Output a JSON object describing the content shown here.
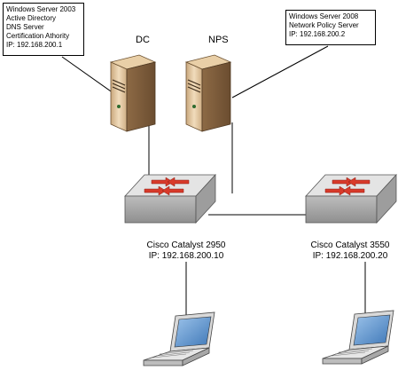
{
  "servers": [
    {
      "label": "DC",
      "callout": [
        "Windows Server 2003",
        "Active Directory",
        "DNS Server",
        "Certification Athority",
        "IP: 192.168.200.1"
      ]
    },
    {
      "label": "NPS",
      "callout": [
        "Windows Server 2008",
        "Network Policy Server",
        "IP: 192.168.200.2"
      ]
    }
  ],
  "switches": [
    {
      "name": "Cisco Catalyst 2950",
      "ip": "IP: 192.168.200.10"
    },
    {
      "name": "Cisco Catalyst 3550",
      "ip": "IP: 192.168.200.20"
    }
  ],
  "icons": [
    "server-icon",
    "switch-icon",
    "laptop-icon"
  ],
  "colors": {
    "server_body": "#e8c9a0",
    "switch_body": "#c8c8c8",
    "arrow": "#d83a2a",
    "screen": "#6fa3d6",
    "line": "#000000"
  }
}
